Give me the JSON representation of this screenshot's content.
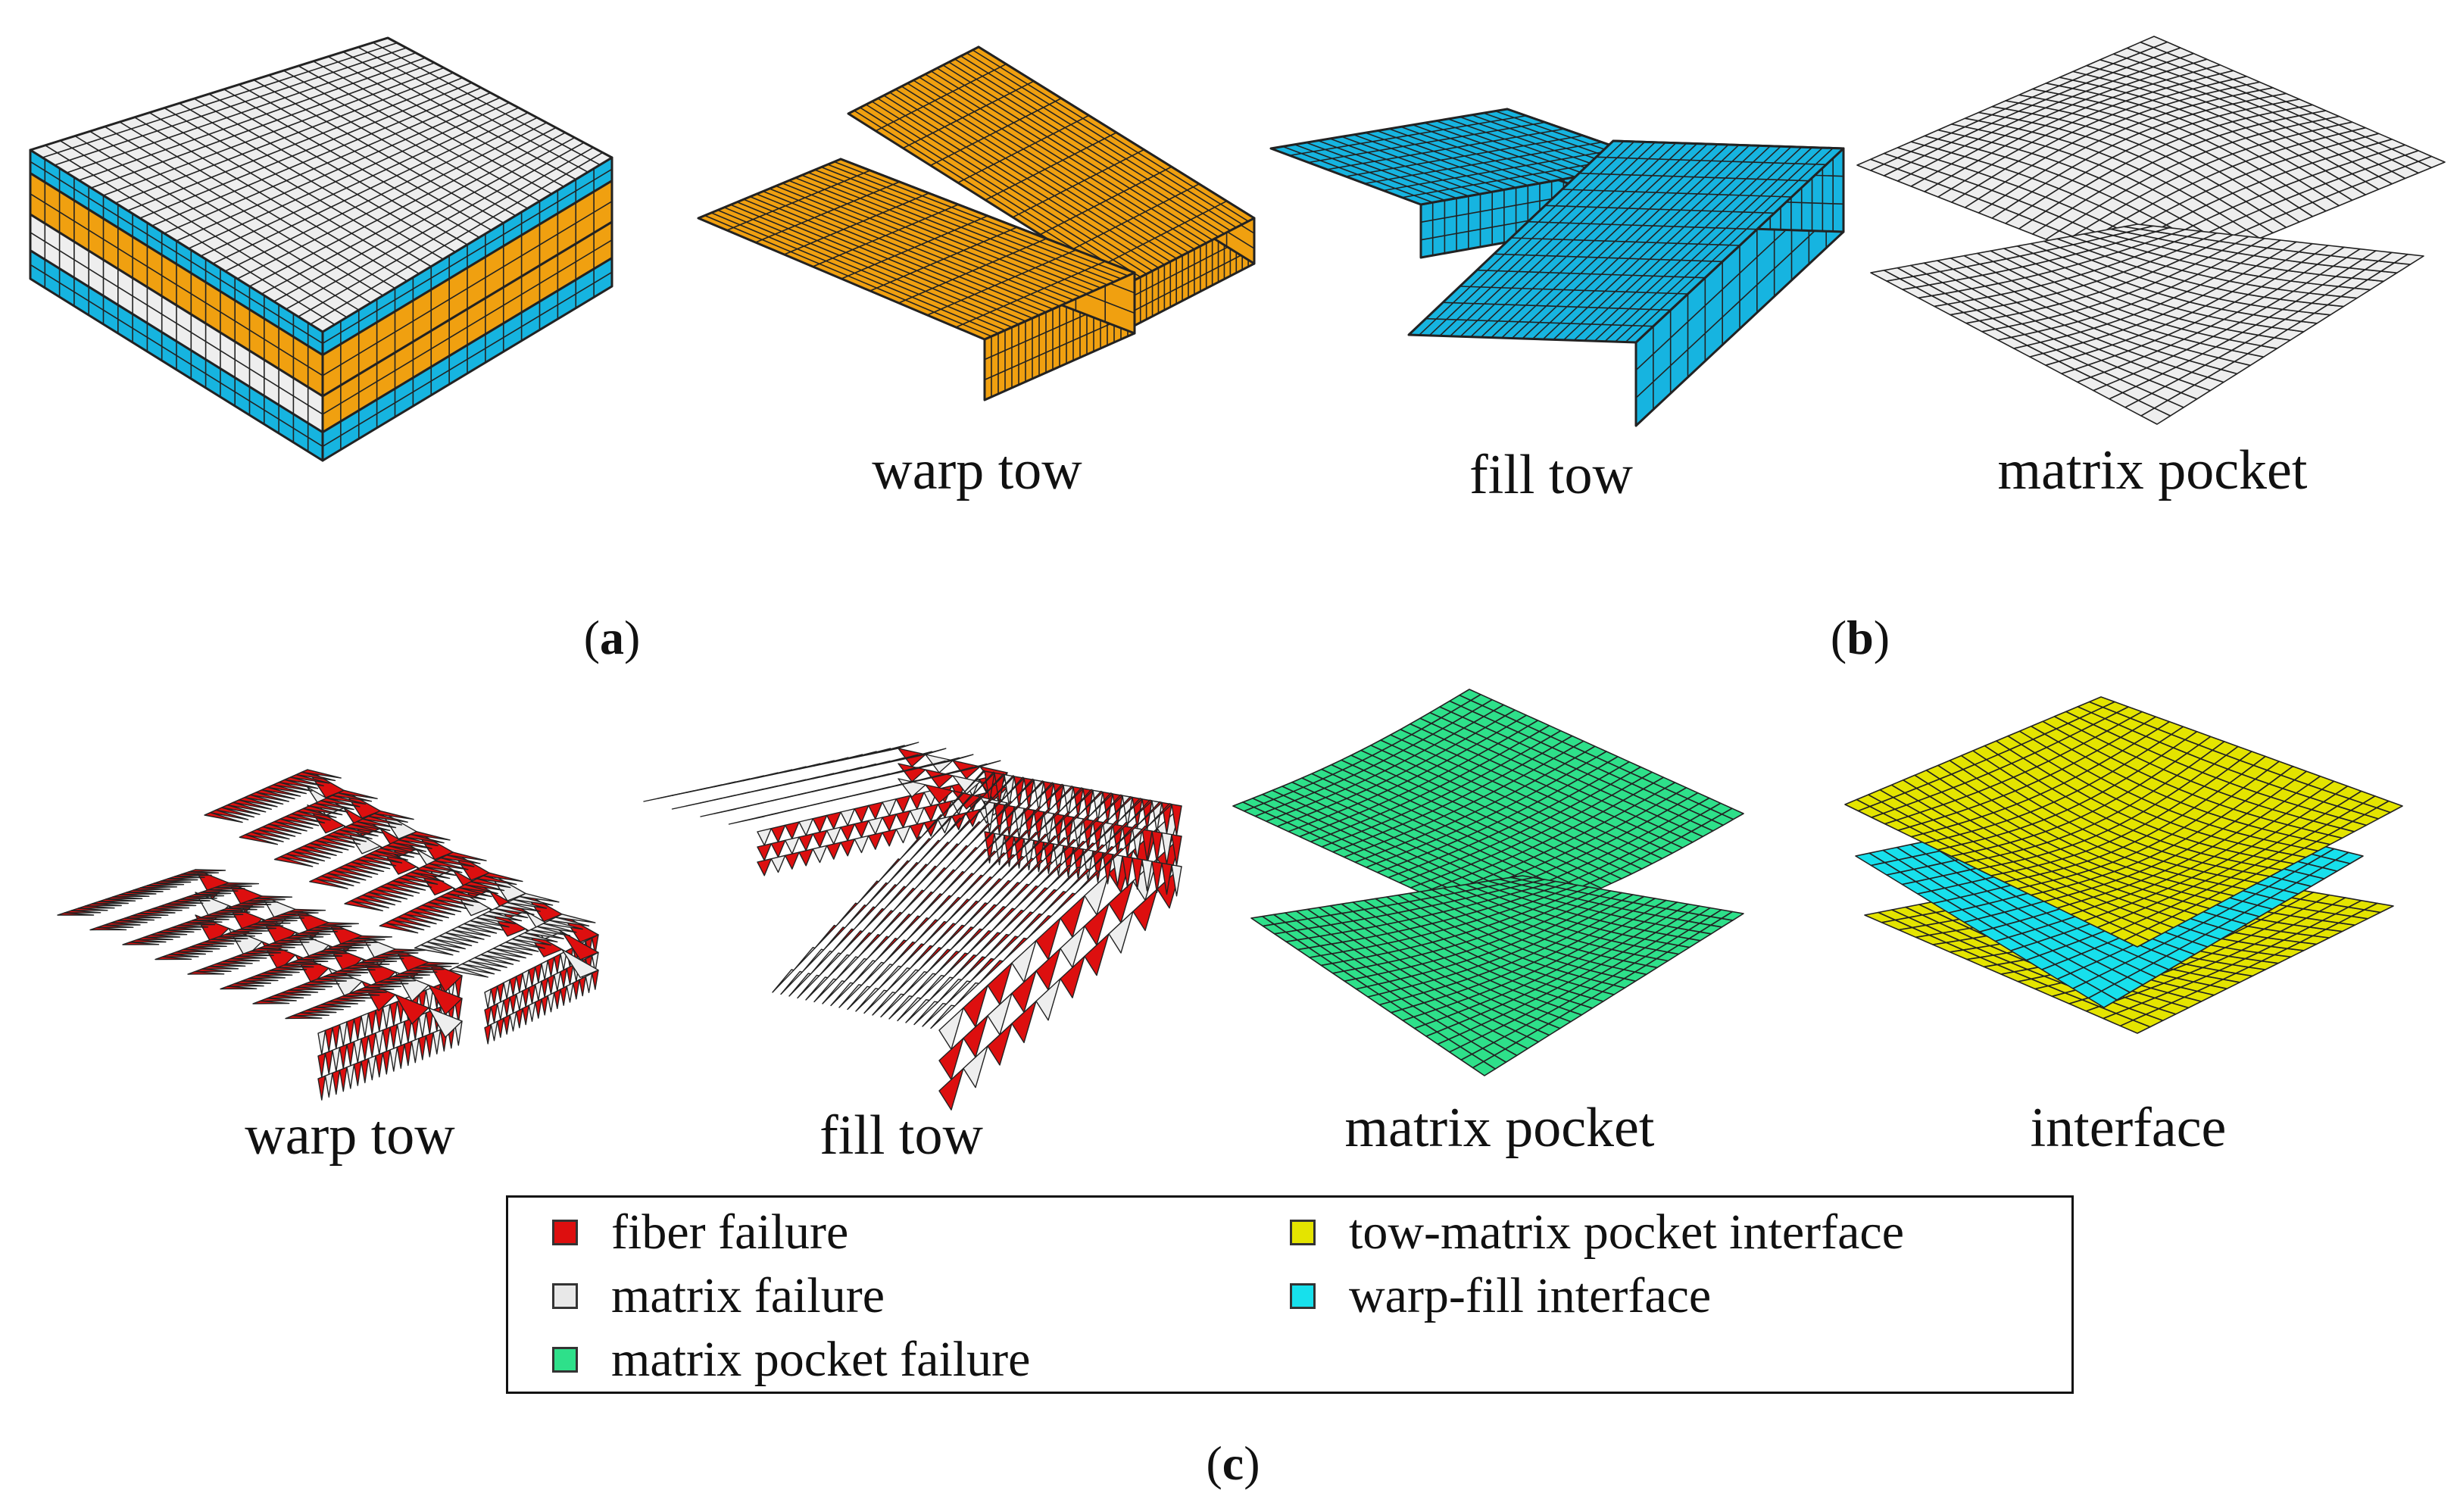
{
  "panels": {
    "a": {
      "label": "a"
    },
    "b": {
      "label": "b",
      "parts": [
        "warp tow",
        "fill tow",
        "matrix pocket"
      ]
    },
    "c": {
      "label": "c",
      "parts": [
        "warp tow",
        "fill tow",
        "matrix pocket",
        "interface"
      ]
    }
  },
  "legend": {
    "items": [
      {
        "label": "fiber failure",
        "color": "#dd0f0f"
      },
      {
        "label": "matrix failure",
        "color": "#e8e8e8"
      },
      {
        "label": "matrix pocket failure",
        "color": "#2ee08a"
      },
      {
        "label": "tow-matrix pocket interface",
        "color": "#e4e400"
      },
      {
        "label": "warp-fill interface",
        "color": "#17e0ec"
      }
    ]
  },
  "colors": {
    "warp": "#f0a010",
    "fill": "#16b4e0",
    "matrix": "#eeeeee",
    "fiber_failure": "#dd0f0f",
    "matrix_pocket_failure": "#2ee08a",
    "tow_interface": "#e4e400",
    "warp_fill_interface": "#17e0ec",
    "mesh_line": "#222222"
  }
}
